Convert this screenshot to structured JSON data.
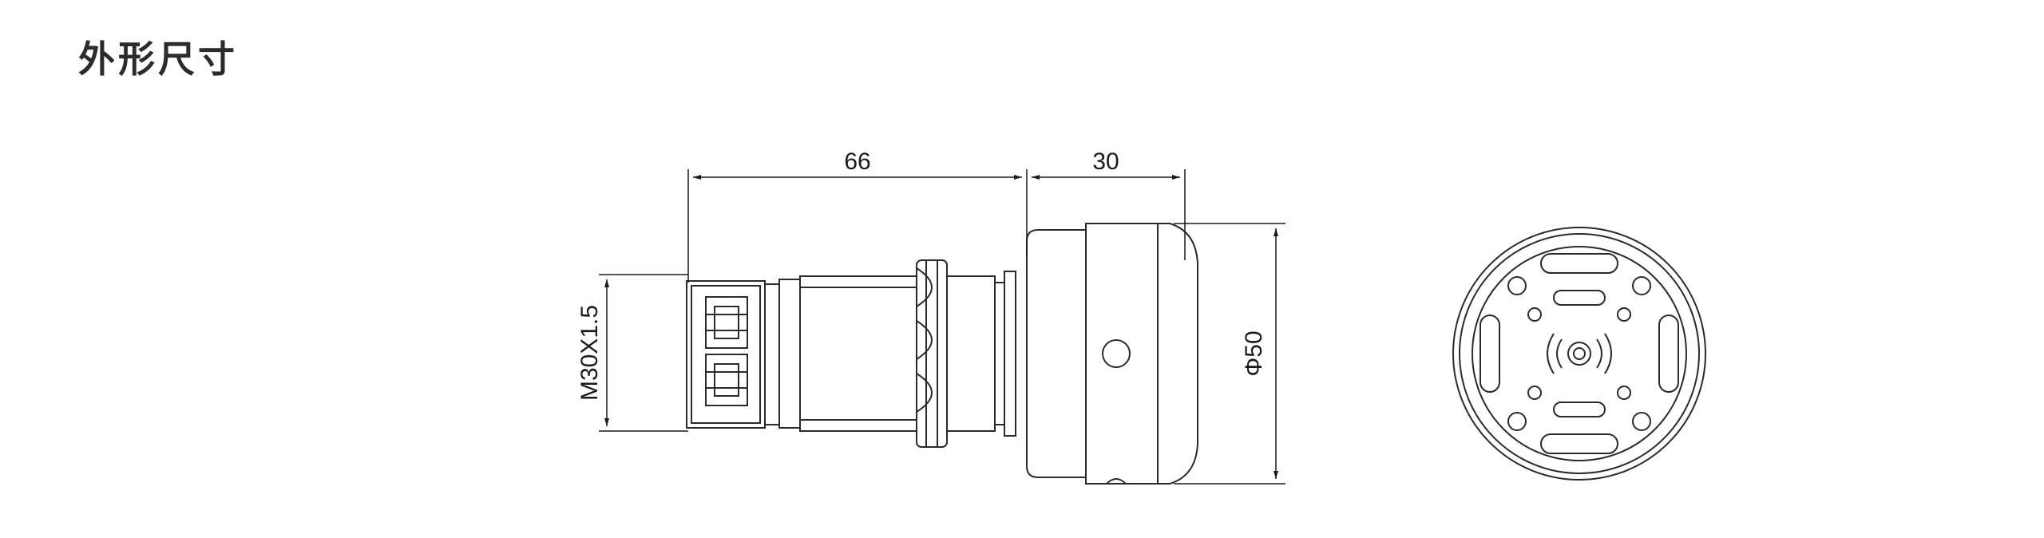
{
  "section_title": "外形尺寸",
  "dimensions": {
    "body_length": "66",
    "cap_length": "30",
    "thread_spec": "M30X1.5",
    "diameter": "Φ50"
  }
}
